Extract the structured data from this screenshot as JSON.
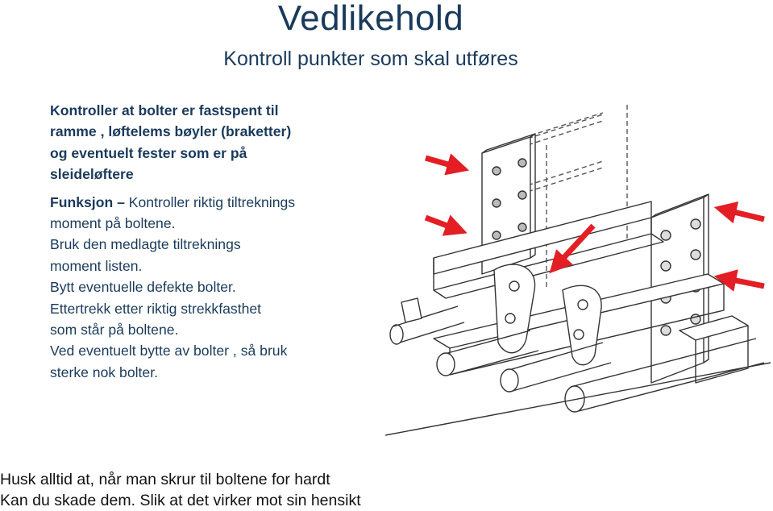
{
  "header": {
    "title": "Vedlikehold",
    "subtitle": "Kontroll punkter som skal utføres"
  },
  "instructions": {
    "intro_lines": [
      "Kontroller at bolter er fastspent til",
      "ramme , løftelems bøyler (braketter)",
      "og eventuelt fester som er på",
      "sleideløftere"
    ],
    "funksjon_label": "Funksjon –",
    "funksjon_text": " Kontroller riktig tiltreknings",
    "body_lines": [
      "moment på boltene.",
      "Bruk den medlagte tiltreknings",
      "moment listen.",
      "Bytt eventuelle defekte bolter.",
      "Ettertrekk etter riktig strekkfasthet",
      "som står på boltene.",
      "Ved eventuelt bytte av bolter , så bruk",
      "sterke nok bolter."
    ]
  },
  "footer": {
    "line1": "Husk alltid at, når man skrur til boltene for hardt",
    "line2": "Kan du skade dem. Slik at det virker mot sin hensikt"
  },
  "figure": {
    "arrow_color": "#e31e24",
    "line_color": "#333333"
  }
}
